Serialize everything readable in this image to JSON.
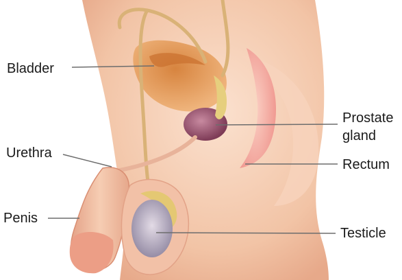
{
  "labels": {
    "bladder": "Bladder",
    "prostate_line1": "Prostate",
    "prostate_line2": "gland",
    "urethra": "Urethra",
    "rectum": "Rectum",
    "penis": "Penis",
    "testicle": "Testicle"
  },
  "colors": {
    "skin": "#f3c3a4",
    "skin_shadow": "#e3a285",
    "bladder": "#e09a5c",
    "prostate": "#9b4f6a",
    "testicle": "#a9a0b4",
    "epididymis": "#e0c77a",
    "rectum": "#f4a8a0",
    "leader_line": "#6d6d6d"
  }
}
